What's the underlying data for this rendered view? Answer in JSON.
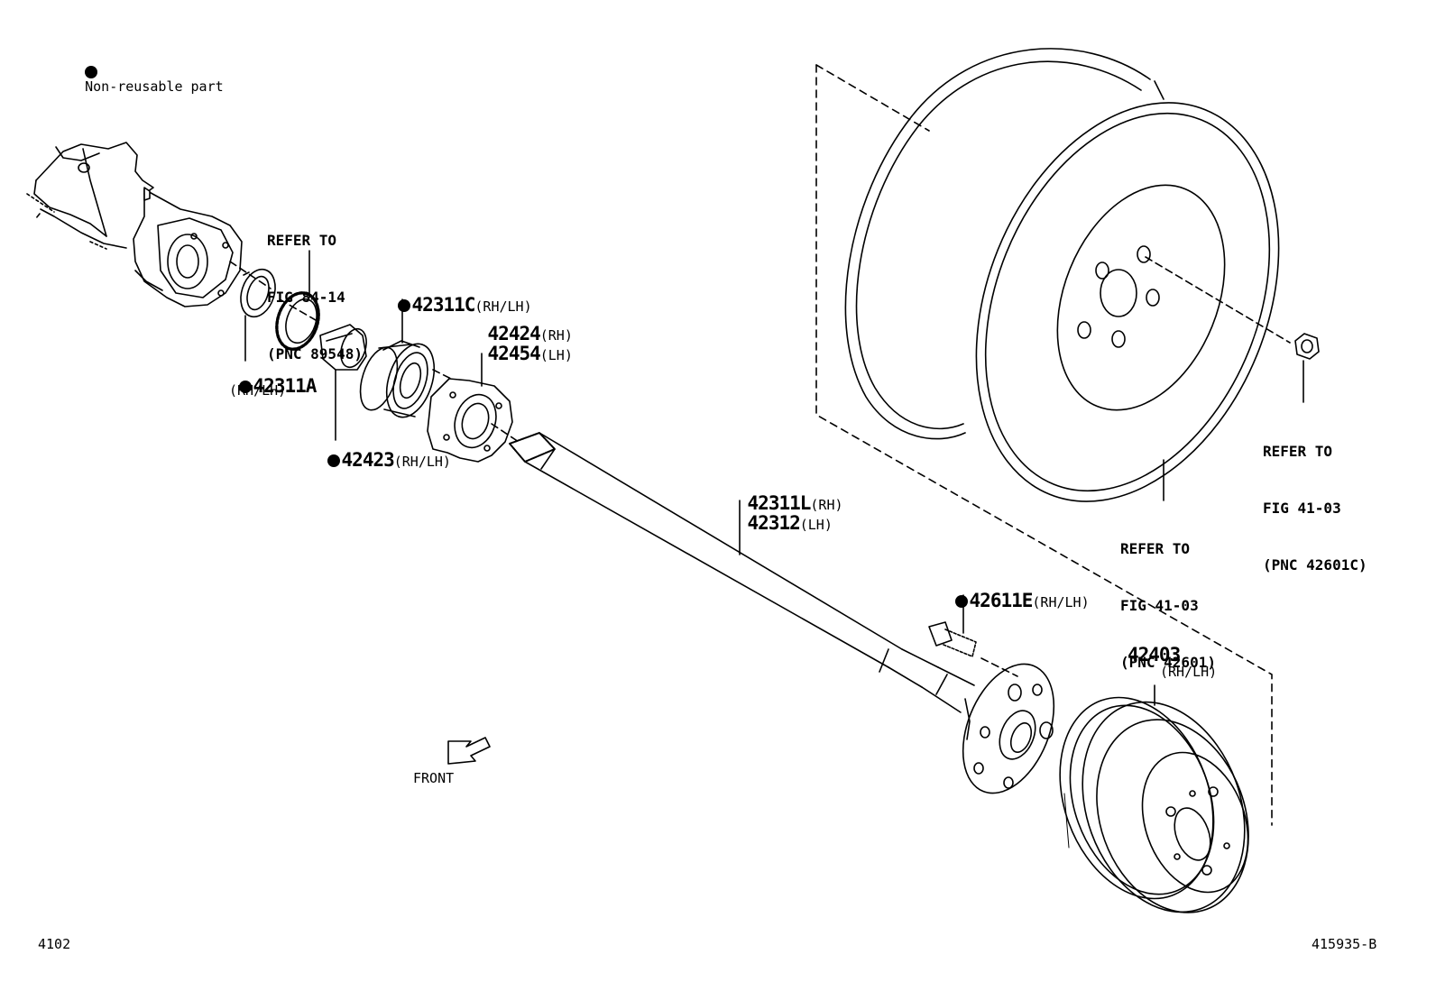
{
  "legend": {
    "text": "Non-reusable part"
  },
  "labels": {
    "refer_89548": {
      "line1": "REFER TO",
      "line2": "FIG 84-14",
      "line3": "(PNC 89548)"
    },
    "p42311a": {
      "number": "42311A",
      "suffix": "(RH/LH)",
      "non_reusable": true
    },
    "p42311c": {
      "number": "42311C",
      "suffix": "(RH/LH)",
      "non_reusable": true
    },
    "p42424": {
      "number": "42424",
      "suffix": "(RH)"
    },
    "p42454": {
      "number": "42454",
      "suffix": "(LH)"
    },
    "p42423": {
      "number": "42423",
      "suffix": "(RH/LH)",
      "non_reusable": true
    },
    "p42311l": {
      "number": "42311L",
      "suffix": "(RH)"
    },
    "p42312": {
      "number": "42312",
      "suffix": "(LH)"
    },
    "p42611e": {
      "number": "42611E",
      "suffix": "(RH/LH)",
      "non_reusable": true
    },
    "p42403": {
      "number": "42403",
      "suffix": "(RH/LH)"
    },
    "refer_42601c": {
      "line1": "REFER TO",
      "line2": "FIG 41-03",
      "line3": "(PNC 42601C)"
    },
    "refer_42601": {
      "line1": "REFER TO",
      "line2": "FIG 41-03",
      "line3": "(PNC 42601)"
    }
  },
  "front_label": "FRONT",
  "page_code": "4102",
  "figure_code": "415935-B",
  "colors": {
    "line": "#000000",
    "background": "#ffffff"
  }
}
